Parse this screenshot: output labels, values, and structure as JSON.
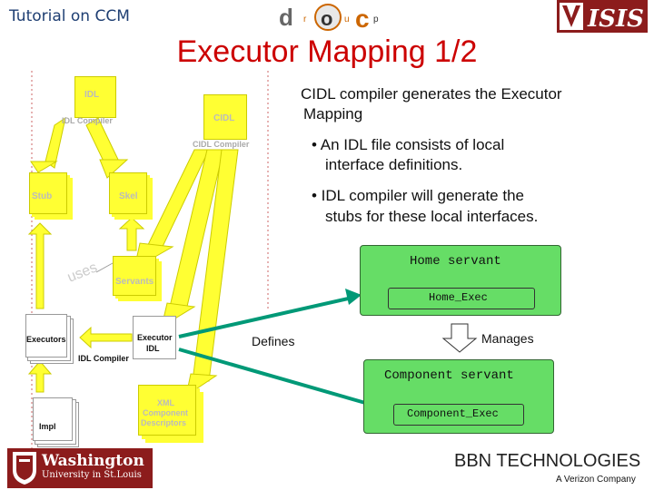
{
  "header": {
    "tutorial": "Tutorial on CCM",
    "doc_logo": [
      "d",
      "r",
      "o",
      "u",
      "c",
      "p"
    ],
    "isis_logo": "ISIS"
  },
  "title": "Executor Mapping 1/2",
  "text": {
    "cidl_line1": "CIDL compiler generates the Executor",
    "cidl_line2": "Mapping",
    "bullet1_line1": "• An IDL file consists of local",
    "bullet1_line2": "interface definitions.",
    "bullet2_line1": "•  IDL compiler will generate the",
    "bullet2_line2": "stubs for these local interfaces."
  },
  "diagram": {
    "idl": "IDL",
    "idl_compiler_top": "IDL Compiler",
    "cidl": "CIDL",
    "cidl_compiler": "CIDL Compiler",
    "stub": "Stub",
    "skel": "Skel",
    "uses": "uses",
    "servants": "Servants",
    "executors": "Executors",
    "executor_idl_1": "Executor",
    "executor_idl_2": "IDL",
    "idl_compiler_bottom": "IDL Compiler",
    "impl": "Impl",
    "xml_1": "XML",
    "xml_2": "Component",
    "xml_3": "Descriptors",
    "defines": "Defines",
    "manages": "Manages",
    "home_servant": "Home servant",
    "home_exec": "Home_Exec",
    "component_servant": "Component servant",
    "component_exec": "Component_Exec"
  },
  "footer": {
    "washington_1": "Washington",
    "washington_2": "University in St.Louis",
    "bbn": "BBN TECHNOLOGIES",
    "verizon": "A Verizon Company"
  },
  "colors": {
    "title": "#cc0000",
    "doc_yellow": "#ffff33",
    "green": "#66dd66",
    "arrow_green": "#009977",
    "maroon": "#8c1c1c"
  }
}
